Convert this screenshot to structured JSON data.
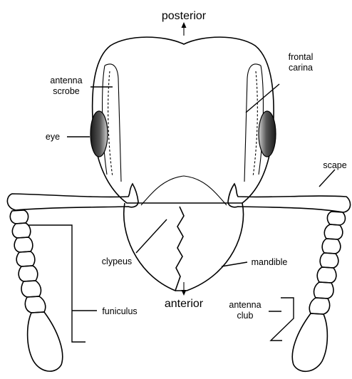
{
  "labels": {
    "posterior": "posterior",
    "anterior": "anterior",
    "antenna_scrobe_1": "antenna",
    "antenna_scrobe_2": "scrobe",
    "eye": "eye",
    "frontal_carina_1": "frontal",
    "frontal_carina_2": "carina",
    "scape": "scape",
    "clypeus": "clypeus",
    "mandible": "mandible",
    "funiculus": "funiculus",
    "antenna_club_1": "antenna",
    "antenna_club_2": "club"
  },
  "colors": {
    "ink": "#000000",
    "eye_dark": "#1a1a1a",
    "eye_light": "#cfcfcf",
    "background": "#ffffff"
  }
}
